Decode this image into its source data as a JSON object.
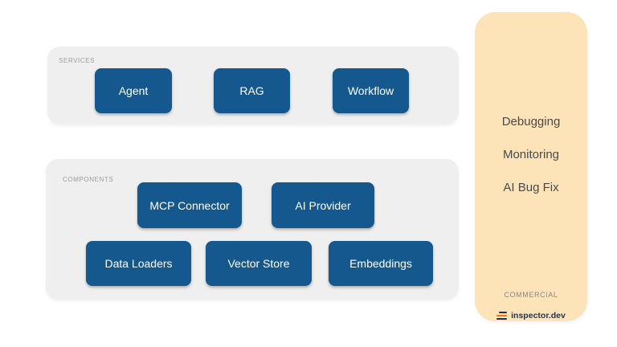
{
  "colors": {
    "node_blue": "#15588e",
    "node_text": "#ffffff",
    "section_gray": "#efefef",
    "section_label_gray": "#9b9b9b",
    "panel_peach": "#fce3b8",
    "feature_text": "#4a4a4a",
    "logo_orange": "#f97316",
    "logo_navy": "#22304d"
  },
  "sections": [
    {
      "label": "SERVICES",
      "nodes": [
        {
          "label": "Agent"
        },
        {
          "label": "RAG"
        },
        {
          "label": "Workflow"
        }
      ]
    },
    {
      "label": "COMPONENTS",
      "nodes": [
        {
          "label": "MCP Connector"
        },
        {
          "label": "AI Provider"
        },
        {
          "label": "Data Loaders"
        },
        {
          "label": "Vector Store"
        },
        {
          "label": "Embeddings"
        }
      ]
    }
  ],
  "commercial_panel": {
    "features": [
      {
        "label": "Debugging"
      },
      {
        "label": "Monitoring"
      },
      {
        "label": "AI Bug Fix"
      }
    ],
    "category_label": "COMMERCIAL",
    "brand": "inspector.dev"
  }
}
